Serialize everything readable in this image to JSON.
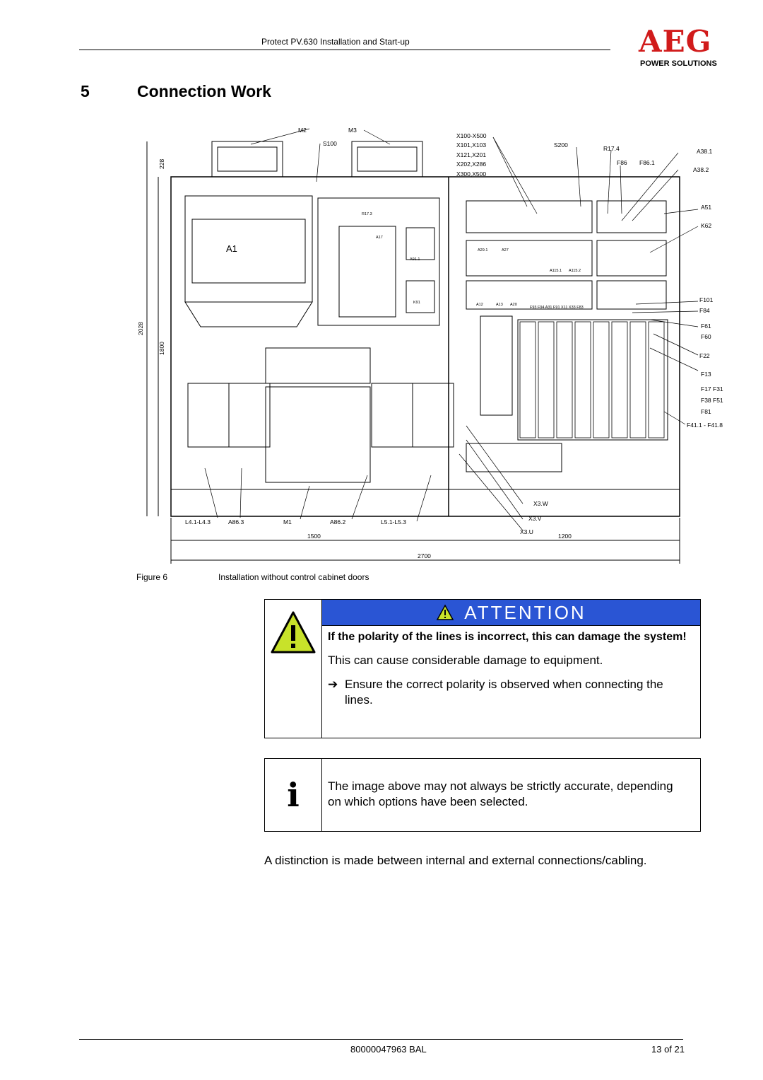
{
  "header": {
    "title": "Protect PV.630 Installation and Start-up",
    "logo_brand": "AEG",
    "logo_subtitle": "POWER SOLUTIONS"
  },
  "section": {
    "number": "5",
    "title": "Connection Work"
  },
  "figure": {
    "label": "Figure 6",
    "caption": "Installation without control cabinet doors",
    "callouts": {
      "m2": "M2",
      "m3": "M3",
      "s100": "S100",
      "x1": "X100-X500",
      "x2": "X101,X103",
      "x3": "X121,X201",
      "x4": "X202,X286",
      "x5": "X300,X500",
      "s200": "S200",
      "r174": "R17.4",
      "f86": "F86",
      "f861": "F86.1",
      "a381": "A38.1",
      "a382": "A38.2",
      "a51": "A51",
      "k62": "K62",
      "f101": "F101",
      "f84": "F84",
      "f61": "F61",
      "f60": "F60",
      "f22": "F22",
      "f13": "F13",
      "f17": "F17 F31",
      "f38": "F38 F51",
      "f81": "F81",
      "f41": "F41.1 - F41.8",
      "a1": "A1",
      "r173": "R17.3",
      "a17": "A17",
      "a91": "A91.1",
      "k91": "K91",
      "a291": "A29.1",
      "a27": "A27",
      "a1151": "A115.1",
      "a1152": "A115.2",
      "a12": "A12",
      "a13": "A13",
      "a20": "A20",
      "fuse_strip": "F93 F94 A31 F91 X11 X33 F83",
      "l41": "L4.1-L4.3",
      "a863": "A86.3",
      "m1": "M1",
      "a862": "A86.2",
      "l51": "L5.1-L5.3",
      "x3w": "X3.W",
      "x3v": "X3.V",
      "x3u": "X3.U",
      "dim_228": "228",
      "dim_2028": "2028",
      "dim_1800": "1800",
      "dim_1500": "1500",
      "dim_1200": "1200",
      "dim_2700": "2700"
    }
  },
  "attention": {
    "header": "ATTENTION",
    "bold_text": "If the polarity of the lines is incorrect, this can damage the system!",
    "text": "This can cause considerable damage to equipment.",
    "arrow_symbol": "➔",
    "arrow_text": "Ensure the correct polarity is observed when connecting the lines."
  },
  "info": {
    "icon": "i",
    "text": "The image above may not always be strictly accurate, depending on which options have been selected."
  },
  "paragraph": "A distinction is made between internal and external connections/cabling.",
  "footer": {
    "doc_number": "80000047963 BAL",
    "page": "13 of 21"
  },
  "colors": {
    "brand_red": "#d11b1b",
    "attention_blue": "#2a55d4",
    "warning_yellow": "#c8e22a"
  }
}
